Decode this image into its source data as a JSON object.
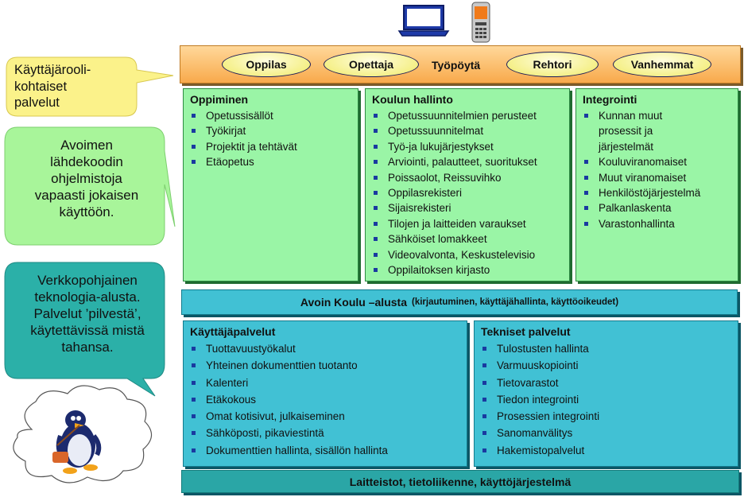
{
  "top_bar": {
    "roles": [
      "Oppilas",
      "Opettaja",
      "Rehtori",
      "Vanhemmat"
    ],
    "desktop_label": "Työpöytä"
  },
  "boxes": {
    "learning": {
      "title": "Oppiminen",
      "items": [
        "Opetussisällöt",
        "Työkirjat",
        "Projektit ja tehtävät",
        "Etäopetus"
      ]
    },
    "school_admin": {
      "title": "Koulun hallinto",
      "items": [
        "Opetussuunnitelmien perusteet",
        "Opetussuunnitelmat",
        "Työ-ja lukujärjestykset",
        "Arviointi, palautteet, suoritukset",
        "Poissaolot, Reissuvihko",
        "Oppilasrekisteri",
        "Sijaisrekisteri",
        "Tilojen ja laitteiden varaukset",
        "Sähköiset lomakkeet",
        "Videovalvonta, Keskustelevisio",
        "Oppilaitoksen kirjasto"
      ]
    },
    "integration": {
      "title": "Integrointi",
      "items": [
        "Kunnan muut prosessit ja järjestelmät",
        "Kouluviranomaiset",
        "Muut viranomaiset",
        "Henkilöstöjärjestelmä",
        "Palkanlaskenta",
        "Varastonhallinta"
      ]
    },
    "user_services": {
      "title": "Käyttäjäpalvelut",
      "items": [
        "Tuottavuustyökalut",
        "Yhteinen dokumenttien tuotanto",
        "Kalenteri",
        "Etäkokous",
        "Omat kotisivut, julkaiseminen",
        "Sähköposti, pikaviestintä",
        "Dokumenttien hallinta, sisällön hallinta"
      ]
    },
    "technical_services": {
      "title": "Tekniset palvelut",
      "items": [
        "Tulostusten hallinta",
        "Varmuuskopiointi",
        "Tietovarastot",
        "Tiedon integrointi",
        "Prosessien integrointi",
        "Sanomanvälitys",
        "Hakemistopalvelut"
      ]
    }
  },
  "platform": {
    "main": "Avoin Koulu –alusta",
    "sub": "(kirjautuminen, käyttäjähallinta, käyttöoikeudet)"
  },
  "hardware": "Laitteistot, tietoliikenne, käyttöjärjestelmä",
  "bubbles": {
    "role_services": [
      "Käyttäjärooli-",
      "kohtaiset",
      "palvelut"
    ],
    "open_source": [
      "Avoimen",
      "lähdekoodin",
      "ohjelmistoja",
      "vapaasti jokaisen",
      "käyttöön."
    ],
    "cloud": [
      "Verkkopohjainen",
      "teknologia-alusta.",
      "Palvelut ’pilvestä’,",
      "käytettävissä mistä",
      "tahansa."
    ]
  },
  "colors": {
    "top_bar": "#f8a94b",
    "green_box": "#9af5a6",
    "blue_box": "#41c1d4",
    "hardware_bar": "#2aa6a6",
    "bubble_yellow": "#fbf28a",
    "bubble_green": "#a8f59a",
    "bubble_teal": "#2bb0a8"
  }
}
